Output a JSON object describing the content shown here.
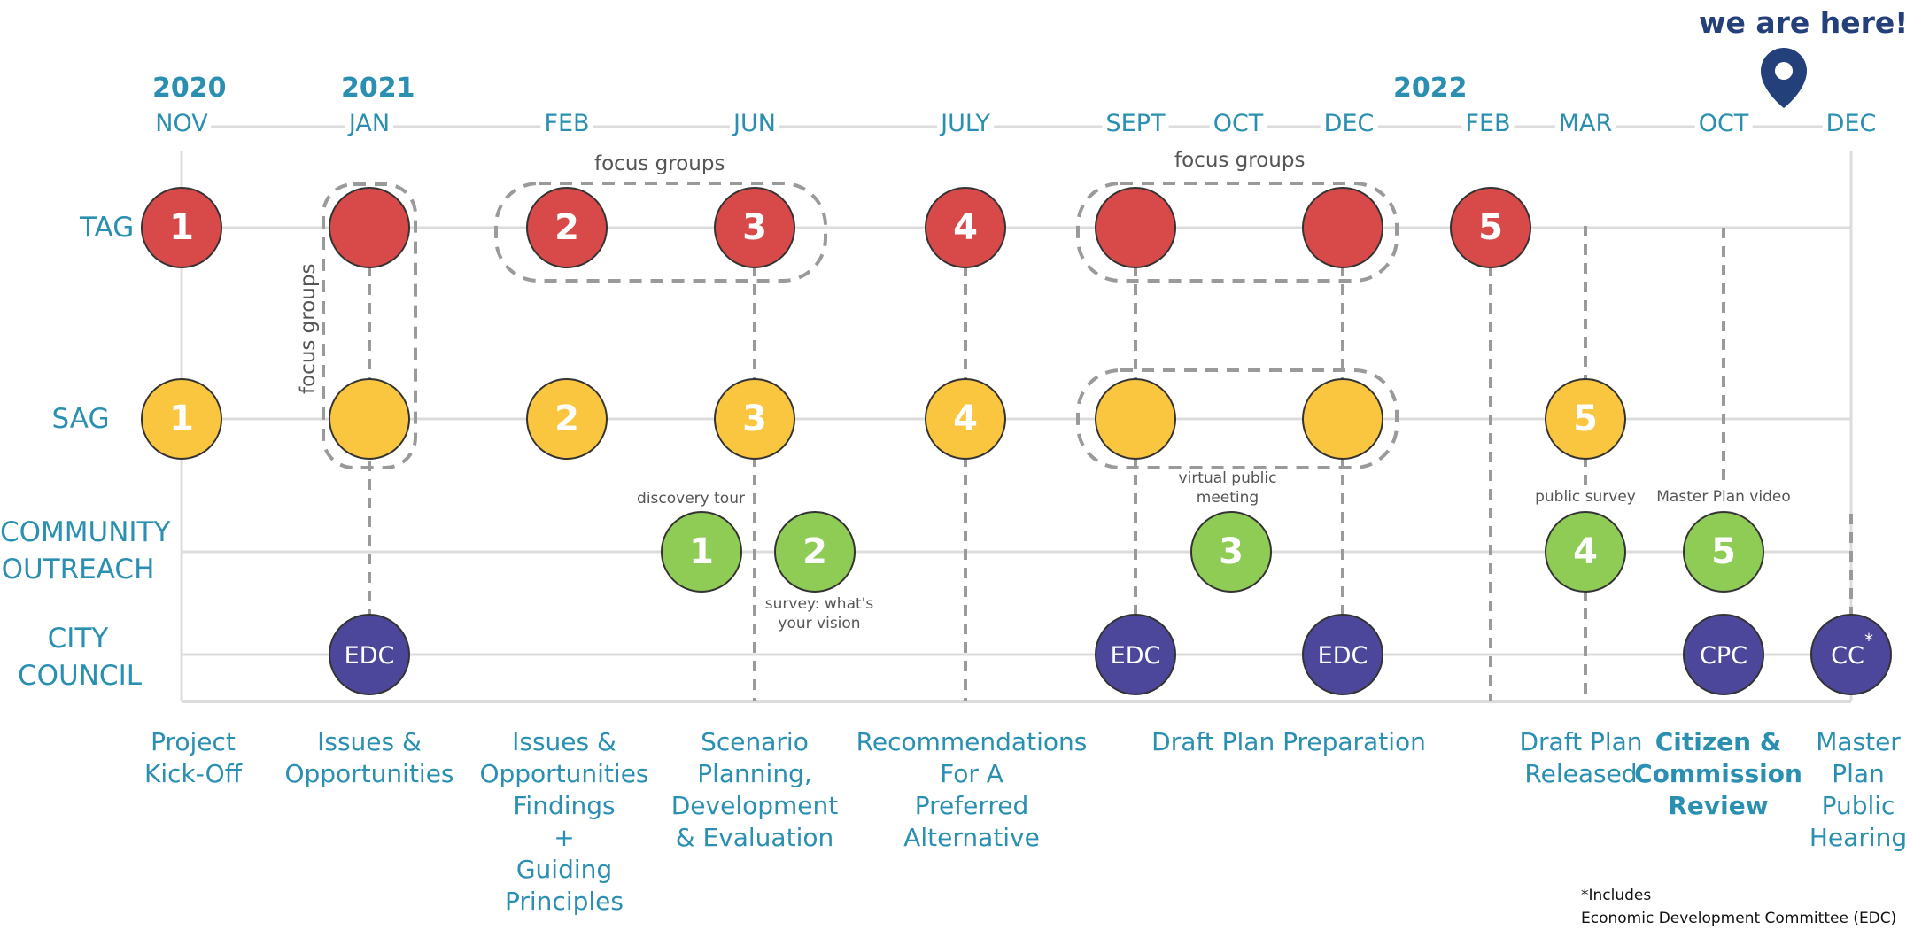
{
  "header": {
    "marker_text": "we are here!"
  },
  "years": [
    {
      "label": "2020"
    },
    {
      "label": "2021"
    },
    {
      "label": "2022"
    }
  ],
  "months": [
    "NOV",
    "JAN",
    "FEB",
    "JUN",
    "JULY",
    "SEPT",
    "OCT",
    "DEC",
    "FEB",
    "MAR",
    "OCT",
    "DEC"
  ],
  "rows": {
    "tag": "TAG",
    "sag": "SAG",
    "community_1": "COMMUNITY",
    "community_2": "OUTREACH",
    "council_1": "CITY",
    "council_2": "COUNCIL"
  },
  "focus_groups_label": "focus groups",
  "nodes": {
    "tag_nov": "1",
    "tag_jan": "",
    "tag_feb": "2",
    "tag_jun": "3",
    "tag_july": "4",
    "tag_sept": "",
    "tag_dec": "",
    "tag_feb22": "5",
    "sag_nov": "1",
    "sag_jan": "",
    "sag_feb": "2",
    "sag_jun": "3",
    "sag_july": "4",
    "sag_sept": "",
    "sag_dec": "",
    "sag_mar": "5",
    "co_1": "1",
    "co_2": "2",
    "co_3": "3",
    "co_4": "4",
    "co_5": "5",
    "cc_jan": "EDC",
    "cc_sept": "EDC",
    "cc_dec": "EDC",
    "cc_oct": "CPC",
    "cc_dec22": "CC"
  },
  "cc_asterisk": "*",
  "notes": {
    "discovery_tour": "discovery tour",
    "survey_1": "survey: what's",
    "survey_2": "your vision",
    "vpm_1": "virtual public",
    "vpm_2": "meeting",
    "public_survey": "public survey",
    "master_video": "Master Plan video"
  },
  "phases": {
    "p1": [
      "Project",
      "Kick-Off"
    ],
    "p2": [
      "Issues &",
      "Opportunities"
    ],
    "p3": [
      "Issues &",
      "Opportunities",
      "Findings",
      "+",
      "Guiding",
      "Principles"
    ],
    "p4": [
      "Scenario",
      "Planning,",
      "Development",
      "& Evaluation"
    ],
    "p5": [
      "Recommendations",
      "For A",
      "Preferred",
      "Alternative"
    ],
    "p6": [
      "Draft Plan Preparation"
    ],
    "p7": [
      "Draft Plan",
      "Released"
    ],
    "p8": [
      "Citizen &",
      "Commission",
      "Review"
    ],
    "p9": [
      "Master",
      "Plan",
      "Public",
      "Hearing"
    ]
  },
  "footnote": [
    "*Includes",
    "Economic Development Committee (EDC)"
  ],
  "colors": {
    "accent": "#2a8fb0",
    "tag": "#d84a4a",
    "sag": "#fbc63f",
    "community": "#8fcc55",
    "council": "#4c479a",
    "marker": "#24407a",
    "line": "#dcdcdc",
    "dash": "#9a9a9a"
  }
}
